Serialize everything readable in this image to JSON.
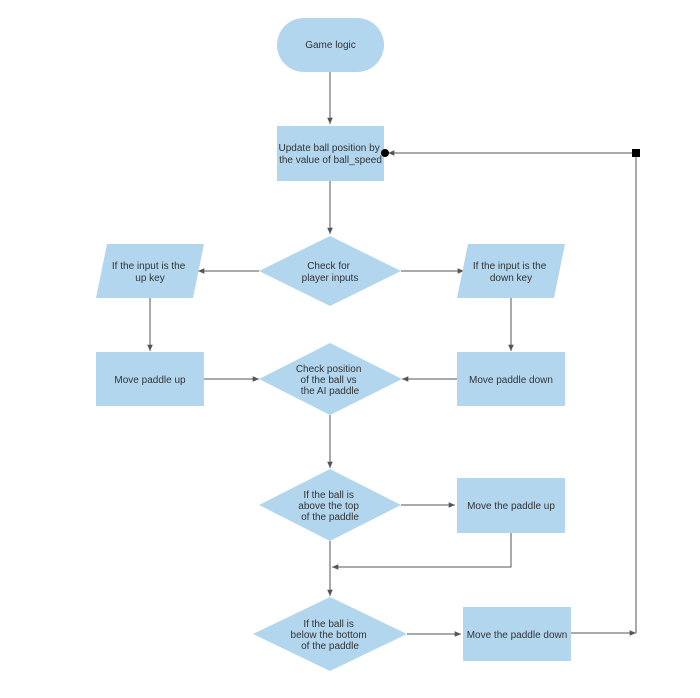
{
  "colors": {
    "node_fill": "#b3d6ef",
    "edge": "#555555",
    "text": "#333333"
  },
  "nodes": {
    "game_logic": {
      "lines": [
        "Game logic"
      ]
    },
    "update_ball": {
      "lines": [
        "Update ball position by",
        "the value of ball_speed"
      ]
    },
    "check_inputs": {
      "lines": [
        "Check for",
        "player inputs"
      ]
    },
    "input_up": {
      "lines": [
        "If the input is the",
        "up key"
      ]
    },
    "input_down": {
      "lines": [
        "If the input is the",
        "down key"
      ]
    },
    "move_paddle_up": {
      "lines": [
        "Move paddle up"
      ]
    },
    "move_paddle_down": {
      "lines": [
        "Move paddle down"
      ]
    },
    "check_ball_ai": {
      "lines": [
        "Check position",
        "of the ball vs",
        "the AI paddle"
      ]
    },
    "ball_above": {
      "lines": [
        "If the ball is",
        "above the top",
        "of the paddle"
      ]
    },
    "move_the_paddle_up": {
      "lines": [
        "Move the paddle up"
      ]
    },
    "ball_below": {
      "lines": [
        "If the ball is",
        "below the bottom",
        "of the paddle"
      ]
    },
    "move_the_paddle_down": {
      "lines": [
        "Move the paddle down"
      ]
    }
  }
}
